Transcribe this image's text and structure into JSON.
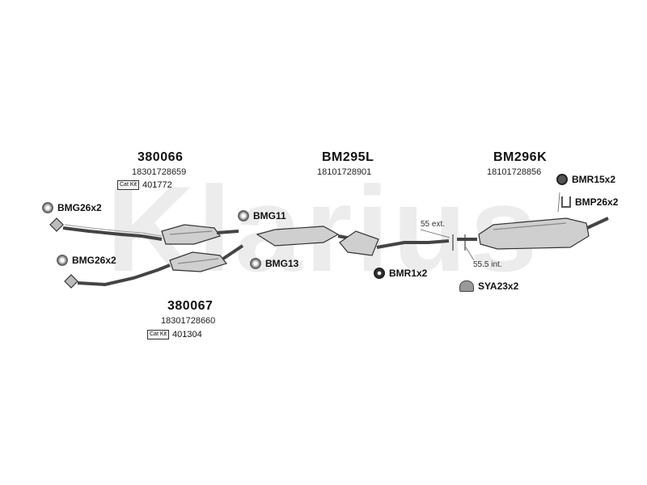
{
  "watermark": {
    "text": "Klarius"
  },
  "assemblies": [
    {
      "part_no": "380066",
      "oem": "18301728659",
      "catkit_label": "Cat Kit",
      "catkit": "401772"
    },
    {
      "part_no": "BM295L",
      "oem": "18101728901"
    },
    {
      "part_no": "BM296K",
      "oem": "18101728856"
    },
    {
      "part_no": "380067",
      "oem": "18301728660",
      "catkit_label": "Cat Kit",
      "catkit": "401304"
    }
  ],
  "fittings": [
    {
      "label": "BMG26x2",
      "icon": "gasket-ring-icon"
    },
    {
      "label": "BMG26x2",
      "icon": "gasket-ring-icon"
    },
    {
      "label": "BMG11",
      "icon": "gasket-ring-icon"
    },
    {
      "label": "BMG13",
      "icon": "gasket-ring-icon"
    },
    {
      "label": "BMR1x2",
      "icon": "rubber-mount-icon"
    },
    {
      "label": "BMR15x2",
      "icon": "hanger-icon"
    },
    {
      "label": "BMP26x2",
      "icon": "clamp-icon"
    },
    {
      "label": "SYA23x2",
      "icon": "bracket-icon"
    }
  ],
  "dimensions": {
    "ext": "55 ext.",
    "int": "55.5 int."
  }
}
